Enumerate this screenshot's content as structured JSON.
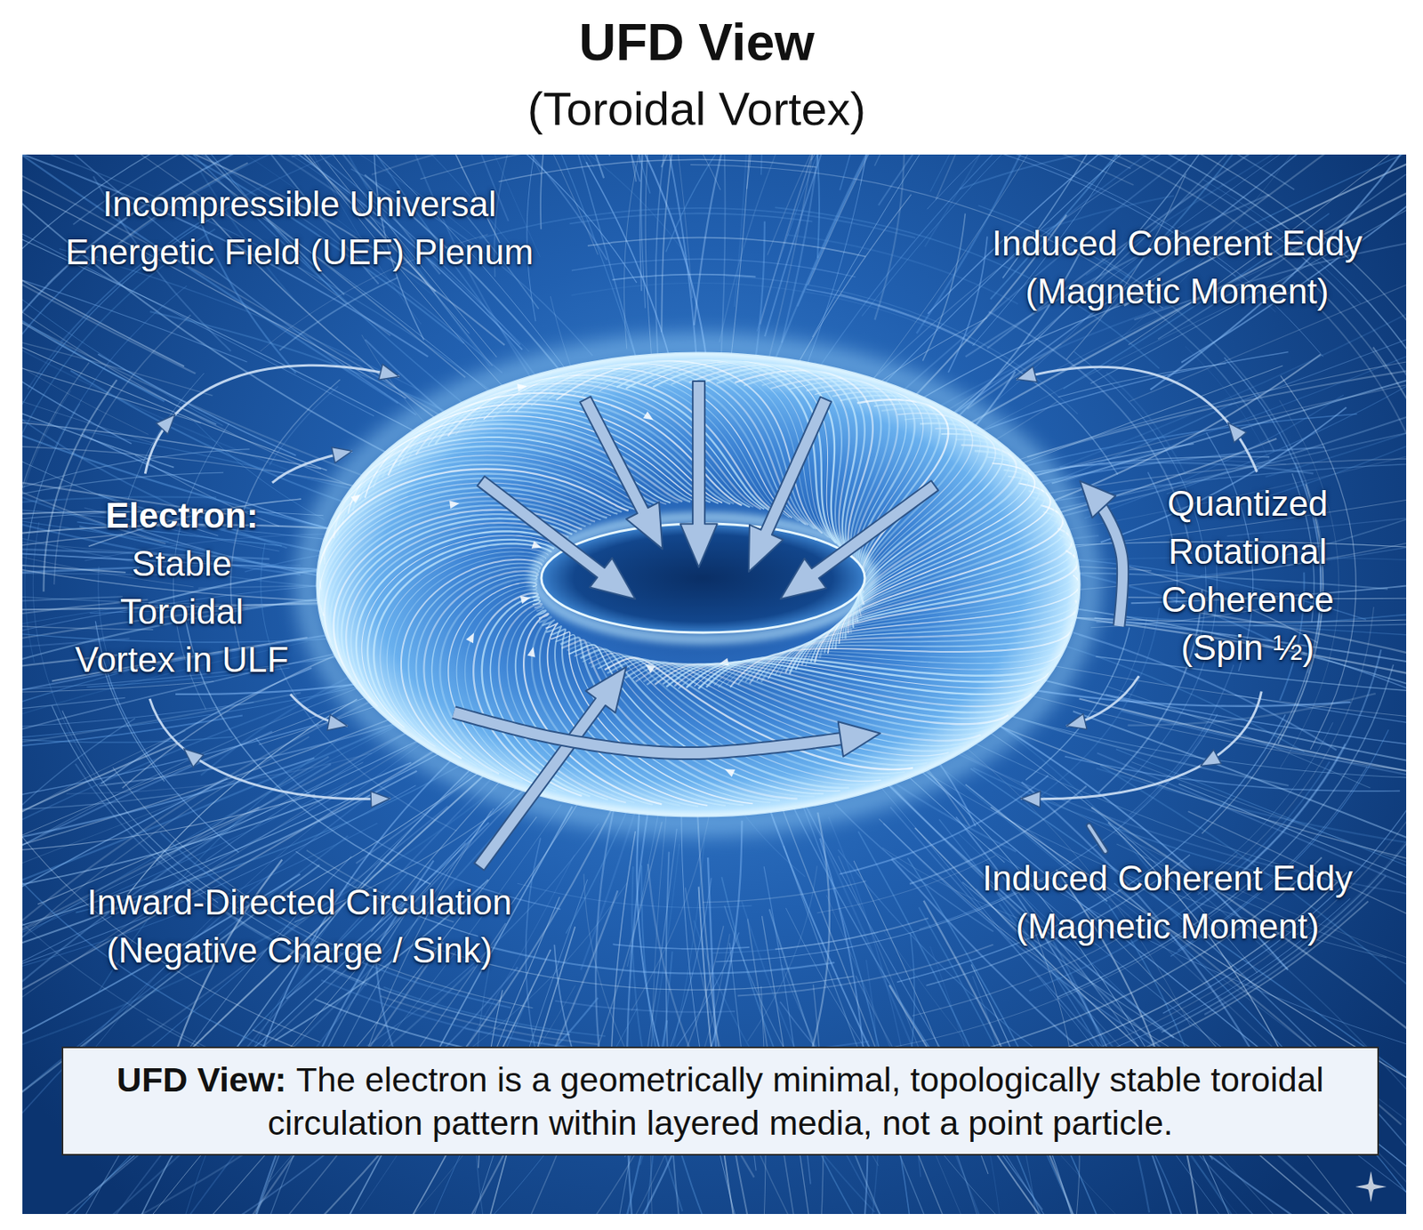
{
  "diagram": {
    "title": "UFD View",
    "nodes": [
      {
        "text": [
          "UFD View:",
          "The electron is a geometrically minimal, topologically stable toroidal circulation pattern within layered media, not a point particle."
        ]
      }
    ],
    "labels": [
      "(Toroidal Vortex)",
      "Incompressible Universal Energetic Field (UEF) Plenum",
      "Induced Coherent Eddy (Magnetic Moment)",
      "Electron:",
      "Stable Toroidal Vortex in ULF",
      "Quantized Rotational Coherence (Spin ½)",
      "Inward-Directed Circulation (Negative Charge / Sink)",
      "Induced Coherent Eddy (Magnetic Moment)"
    ]
  }
}
